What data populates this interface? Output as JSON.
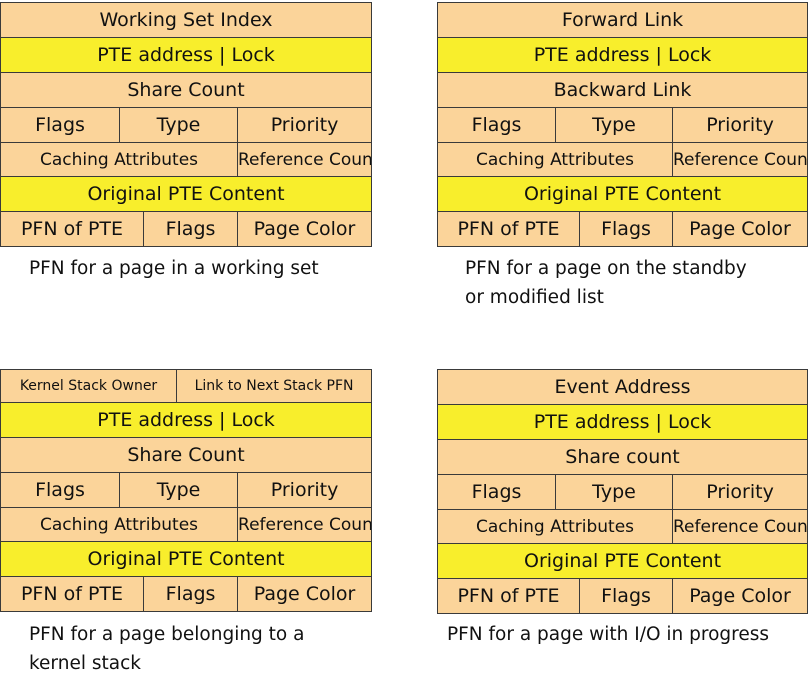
{
  "diagrams": [
    {
      "rows": [
        {
          "cells": [
            "Working Set Index"
          ]
        },
        {
          "cells": [
            "PTE address | Lock"
          ]
        },
        {
          "cells": [
            "Share Count"
          ]
        },
        {
          "cells": [
            "Flags",
            "Type",
            "Priority"
          ]
        },
        {
          "cells": [
            "Caching Attributes",
            "Reference Count"
          ]
        },
        {
          "cells": [
            "Original PTE Content"
          ]
        },
        {
          "cells": [
            "PFN of PTE",
            "Flags",
            "Page Color"
          ]
        }
      ],
      "caption": "PFN for a page in a working set"
    },
    {
      "rows": [
        {
          "cells": [
            "Forward Link"
          ]
        },
        {
          "cells": [
            "PTE address | Lock"
          ]
        },
        {
          "cells": [
            "Backward Link"
          ]
        },
        {
          "cells": [
            "Flags",
            "Type",
            "Priority"
          ]
        },
        {
          "cells": [
            "Caching Attributes",
            "Reference Count"
          ]
        },
        {
          "cells": [
            "Original PTE Content"
          ]
        },
        {
          "cells": [
            "PFN of PTE",
            "Flags",
            "Page Color"
          ]
        }
      ],
      "caption": "PFN for a page on the standby\nor modified list"
    },
    {
      "rows": [
        {
          "cells": [
            "Kernel Stack Owner",
            "Link to Next Stack PFN"
          ]
        },
        {
          "cells": [
            "PTE address | Lock"
          ]
        },
        {
          "cells": [
            "Share Count"
          ]
        },
        {
          "cells": [
            "Flags",
            "Type",
            "Priority"
          ]
        },
        {
          "cells": [
            "Caching Attributes",
            "Reference Count"
          ]
        },
        {
          "cells": [
            "Original PTE Content"
          ]
        },
        {
          "cells": [
            "PFN of PTE",
            "Flags",
            "Page Color"
          ]
        }
      ],
      "caption": "PFN for a page belonging to a\nkernel stack"
    },
    {
      "rows": [
        {
          "cells": [
            "Event Address"
          ]
        },
        {
          "cells": [
            "PTE address | Lock"
          ]
        },
        {
          "cells": [
            "Share count"
          ]
        },
        {
          "cells": [
            "Flags",
            "Type",
            "Priority"
          ]
        },
        {
          "cells": [
            "Caching Attributes",
            "Reference Count"
          ]
        },
        {
          "cells": [
            "Original PTE Content"
          ]
        },
        {
          "cells": [
            "PFN of PTE",
            "Flags",
            "Page Color"
          ]
        }
      ],
      "caption": "PFN for a page with I/O in progress"
    }
  ],
  "colors": {
    "orange_cell": "#fbd49a",
    "yellow_cell": "#f8ee2c",
    "border": "#3a3a3a",
    "text": "#111111"
  }
}
